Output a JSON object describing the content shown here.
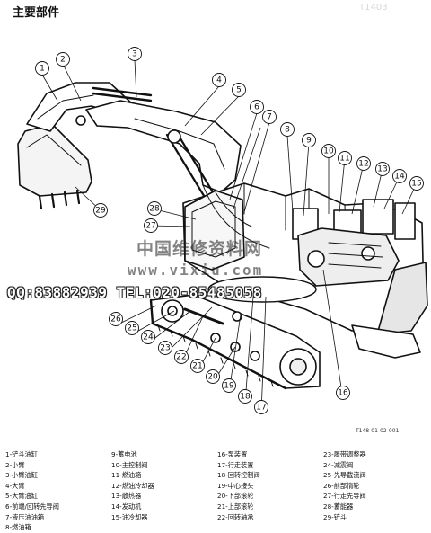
{
  "title": "主要部件",
  "ghost_text": "T1403",
  "watermarks": {
    "site_cn": "中国维修资料网",
    "url": "www.vixiu.com",
    "contact": "QQ:83882939 TEL:020-85485058"
  },
  "figure_code": "T148-01-02-001",
  "callouts": [
    "1",
    "2",
    "3",
    "4",
    "5",
    "6",
    "7",
    "8",
    "9",
    "10",
    "11",
    "12",
    "13",
    "14",
    "15",
    "16",
    "17",
    "18",
    "19",
    "20",
    "21",
    "22",
    "23",
    "24",
    "25",
    "26",
    "27",
    "28",
    "29"
  ],
  "legend": {
    "col1": [
      "1-铲斗油缸",
      "2-小臂",
      "3-小臂油缸",
      "4-大臂",
      "5-大臂油缸",
      "6-前端/回转先导阀",
      "7-液压油油箱",
      "8-燃油箱"
    ],
    "col2": [
      "9-蓄电池",
      "10-主控制阀",
      "11-燃油箱",
      "12-燃油冷却器",
      "13-散热器",
      "14-发动机",
      "15-油冷却器"
    ],
    "col3": [
      "16-泵装置",
      "17-行走装置",
      "18-回转控制阀",
      "19-中心接头",
      "20-下部滚轮",
      "21-上部滚轮",
      "22-回转轴承"
    ],
    "col4": [
      "23-履带调整器",
      "24-减震阀",
      "25-先导截流阀",
      "26-前部惰轮",
      "27-行走先导阀",
      "28-蓄能器",
      "29-铲斗"
    ]
  }
}
